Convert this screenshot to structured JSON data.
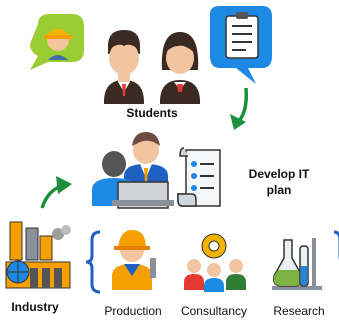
{
  "labels": {
    "students": "Students",
    "plan": "Develop IT plan",
    "industry": "Industry",
    "production": "Production",
    "consultancy": "Consultancy",
    "research": "Research"
  },
  "icons": {
    "worker_bubble": "engineer-speech-bubble-icon",
    "checklist_bubble": "checklist-speech-bubble-icon",
    "student_boy": "student-boy-icon",
    "student_girl": "student-girl-icon",
    "meeting": "meeting-people-icon",
    "document": "checklist-document-icon",
    "factory": "factory-globe-icon",
    "worker": "worker-icon",
    "gear_team": "gear-team-icon",
    "lab": "lab-flask-icon"
  },
  "colors": {
    "arrow": "#1a8f3c",
    "brace": "#1f5fbf",
    "bubble_green": "#9acd32",
    "bubble_blue": "#1e88e5"
  }
}
